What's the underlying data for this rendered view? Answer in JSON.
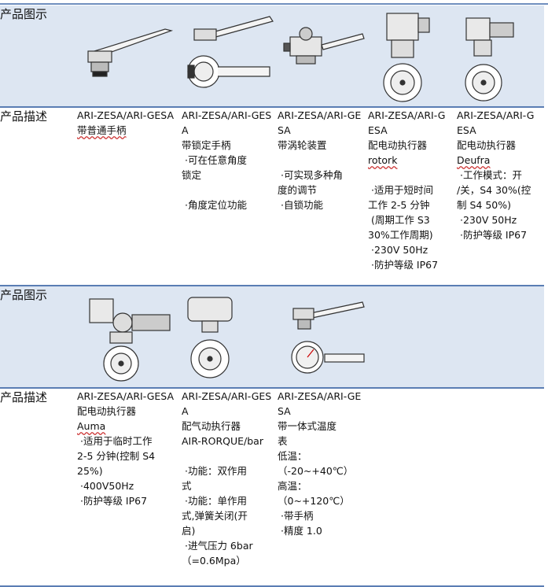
{
  "row_labels": {
    "image": "产品图示",
    "description": "产品描述"
  },
  "products": [
    {
      "lines": [
        "ARI-ZESA/ARI-GESA",
        "带普通手柄"
      ]
    },
    {
      "lines": [
        "ARI-ZESA/ARI-GES",
        "A",
        "带锁定手柄",
        " ·可在任意角度",
        "锁定",
        "",
        " ·角度定位功能"
      ]
    },
    {
      "lines": [
        "ARI-ZESA/ARI-GE",
        "SA",
        "带涡轮装置",
        "",
        " ·可实现多种角",
        "度的调节",
        " ·自锁功能"
      ]
    },
    {
      "lines": [
        "ARI-ZESA/ARI-G",
        "ESA",
        "配电动执行器",
        "rotork",
        "",
        " ·适用于短时间",
        "工作 2-5 分钟",
        " (周期工作 S3",
        "30%工作周期)",
        " ·230V 50Hz",
        " ·防护等级 IP67"
      ]
    },
    {
      "lines": [
        "ARI-ZESA/ARI-G",
        "ESA",
        "配电动执行器",
        "Deufra",
        " ·工作模式：开",
        "/关，S4 30%(控",
        "制 S4 50%)",
        " ·230V 50Hz",
        " ·防护等级 IP67"
      ]
    },
    {
      "lines": [
        "ARI-ZESA/ARI-GESA",
        "配电动执行器",
        "Auma",
        " ·适用于临时工作",
        "2-5 分钟(控制 S4",
        "25%)",
        " ·400V50Hz",
        " ·防护等级 IP67"
      ]
    },
    {
      "lines": [
        "ARI-ZESA/ARI-GES",
        "A",
        "配气动执行器",
        "AIR-RORQUE/bar",
        "",
        " ·功能：双作用",
        "式",
        " ·功能：单作用",
        "式,弹簧关闭(开",
        "启)",
        " ·进气压力 6bar",
        "（=0.6Mpa）"
      ]
    },
    {
      "lines": [
        "ARI-ZESA/ARI-GE",
        "SA",
        "带一体式温度",
        "表",
        "低温：",
        "（-20~+40℃）",
        "高温：",
        "（0~+120℃）",
        " ·带手柄",
        " ·精度 1.0"
      ]
    }
  ]
}
